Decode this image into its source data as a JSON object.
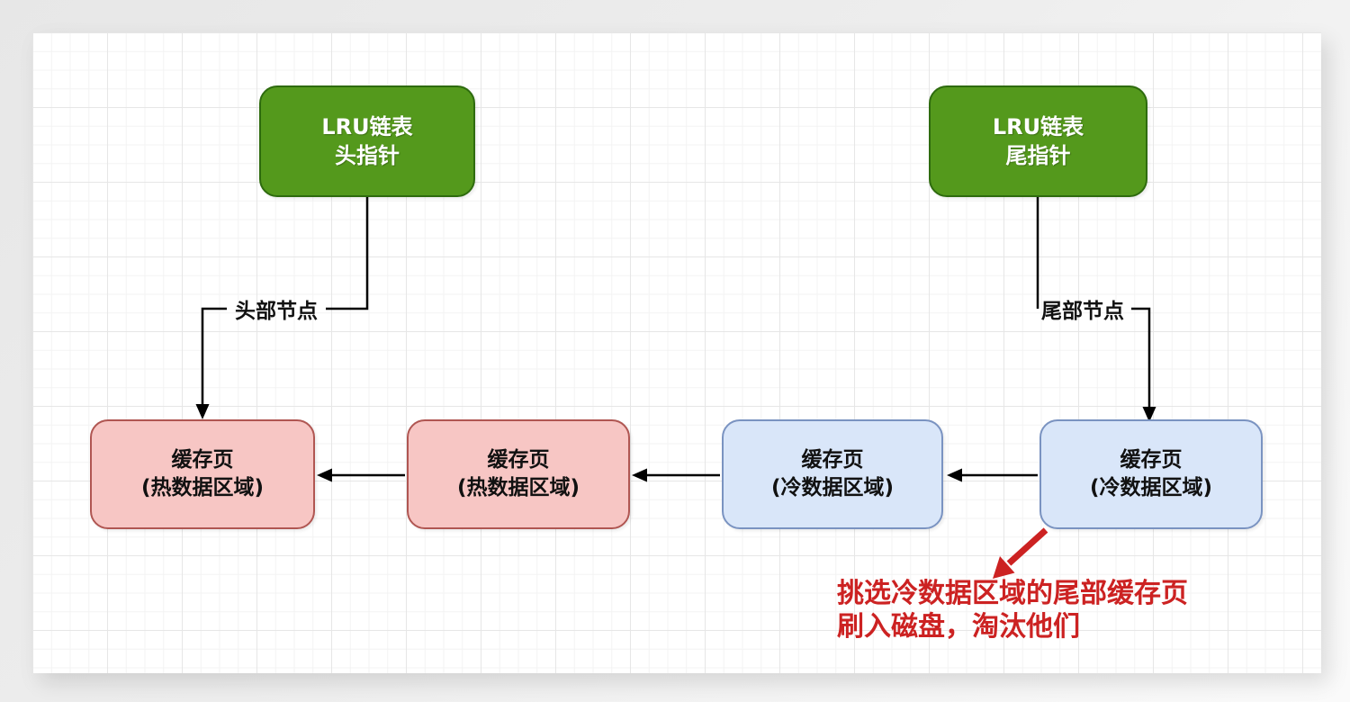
{
  "diagram_title": "LRU linked list hot/cold data areas",
  "colors": {
    "outer_bg": "#ededed",
    "canvas_bg": "#ffffff",
    "grid_minor": "#f3f3f3",
    "grid_major": "#e6e6e6",
    "green_fill": "#54991c",
    "green_border": "#2e6b0e",
    "green_text": "#ffffff",
    "pink_fill": "#f7c6c4",
    "pink_border": "#b05652",
    "blue_fill": "#d9e6f9",
    "blue_border": "#7a93c1",
    "node_text": "#111111",
    "connector": "#000000",
    "annotation_red": "#cc2222"
  },
  "nodes": {
    "head_pointer": {
      "line1": "LRU链表",
      "line2": "头指针"
    },
    "tail_pointer": {
      "line1": "LRU链表",
      "line2": "尾指针"
    },
    "hot_page_1": {
      "line1": "缓存页",
      "line2": "(热数据区域)"
    },
    "hot_page_2": {
      "line1": "缓存页",
      "line2": "(热数据区域)"
    },
    "cold_page_1": {
      "line1": "缓存页",
      "line2": "(冷数据区域)"
    },
    "cold_page_2": {
      "line1": "缓存页",
      "line2": "(冷数据区域)"
    }
  },
  "edge_labels": {
    "head_node": "头部节点",
    "tail_node": "尾部节点"
  },
  "annotation": {
    "line1": "挑选冷数据区域的尾部缓存页",
    "line2": "刷入磁盘，淘汰他们"
  }
}
